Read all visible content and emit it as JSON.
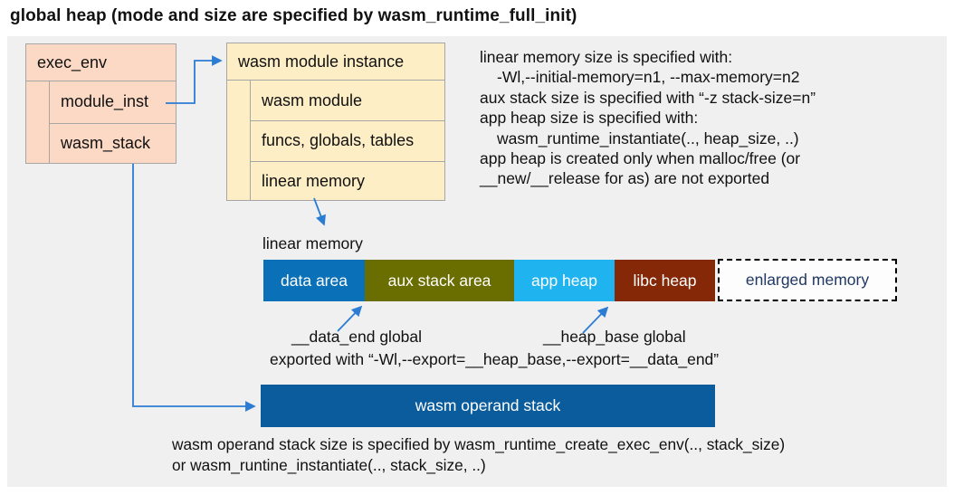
{
  "title": "global heap (mode and size are specified by wasm_runtime_full_init)",
  "colors": {
    "panel_bg": "#f0f0f0",
    "exec_env_fill": "#fbd9c5",
    "module_instance_fill": "#fdeec6",
    "box_border": "#a6a6a6",
    "arrow_blue": "#2b7cd3",
    "operand_stack": "#0b5c9d",
    "enlarged_text": "#1f3864"
  },
  "exec_env": {
    "header": "exec_env",
    "rows": [
      "module_inst",
      "wasm_stack"
    ]
  },
  "module_instance": {
    "header": "wasm module instance",
    "rows": [
      "wasm module",
      "funcs, globals, tables",
      "linear memory"
    ]
  },
  "notes_right": {
    "line1": "linear memory size is specified with:",
    "line2": "-Wl,--initial-memory=n1, --max-memory=n2",
    "line3": "aux stack size is specified with “-z stack-size=n”",
    "line4": "app heap size is specified with:",
    "line5": "wasm_runtime_instantiate(.., heap_size, ..)",
    "line6": "app heap is created only when malloc/free (or",
    "line7": "__new/__release for as) are not exported"
  },
  "linear_memory": {
    "label": "linear memory",
    "segments": [
      {
        "label": "data area",
        "color": "#0a70b8"
      },
      {
        "label": "aux stack area",
        "color": "#6a6e00"
      },
      {
        "label": "app heap",
        "color": "#1fb4ef"
      },
      {
        "label": "libc heap",
        "color": "#842808"
      }
    ],
    "enlarged": {
      "label": "enlarged memory"
    }
  },
  "annotations": {
    "data_end": "__data_end global",
    "heap_base": "__heap_base global",
    "export_line": "exported with “-Wl,--export=__heap_base,--export=__data_end”"
  },
  "operand_stack": {
    "label": "wasm operand stack"
  },
  "footer": {
    "line1": "wasm operand stack size is specified by wasm_runtime_create_exec_env(.., stack_size)",
    "line2": "or wasm_runtine_instantiate(.., stack_size, ..)"
  }
}
